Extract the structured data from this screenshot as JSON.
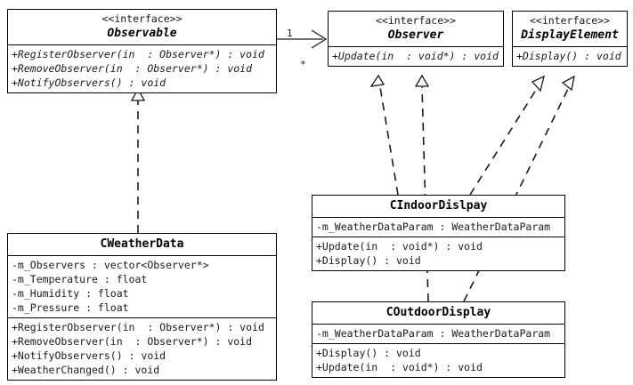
{
  "diagram": {
    "title": "Observer pattern weather station class diagram",
    "type": "uml-class-diagram",
    "stereotype_label": "<<interface>>",
    "line_color": "#1a1a1a",
    "background": "#ffffff"
  },
  "nodes": {
    "observable": {
      "stereotype": "<<interface>>",
      "name": "Observable",
      "abstract": true,
      "attributes": [],
      "operations": [
        "+RegisterObserver(in  : Observer*) : void",
        "+RemoveObserver(in  : Observer*) : void",
        "+NotifyObservers() : void"
      ]
    },
    "observer": {
      "stereotype": "<<interface>>",
      "name": "Observer",
      "abstract": true,
      "attributes": [],
      "operations": [
        "+Update(in  : void*) : void"
      ]
    },
    "displayelement": {
      "stereotype": "<<interface>>",
      "name": "DisplayElement",
      "abstract": true,
      "attributes": [],
      "operations": [
        "+Display() : void"
      ]
    },
    "weatherdata": {
      "stereotype": "",
      "name": "CWeatherData",
      "abstract": false,
      "attributes": [
        "-m_Observers : vector<Observer*>",
        "-m_Temperature : float",
        "-m_Humidity : float",
        "-m_Pressure : float"
      ],
      "operations": [
        "+RegisterObserver(in  : Observer*) : void",
        "+RemoveObserver(in  : Observer*) : void",
        "+NotifyObservers() : void",
        "+WeatherChanged() : void"
      ]
    },
    "indoordisplay": {
      "stereotype": "",
      "name": "CIndoorDislpay",
      "abstract": false,
      "attributes": [
        "-m_WeatherDataParam : WeatherDataParam"
      ],
      "operations": [
        "+Update(in  : void*) : void",
        "+Display() : void"
      ]
    },
    "outdoordisplay": {
      "stereotype": "",
      "name": "COutdoorDisplay",
      "abstract": false,
      "attributes": [
        "-m_WeatherDataParam : WeatherDataParam"
      ],
      "operations": [
        "+Display() : void",
        "+Update(in  : void*) : void"
      ]
    }
  },
  "relationships": [
    {
      "id": "assoc-observable-observer",
      "kind": "association",
      "from": "observable",
      "to": "observer",
      "source_multiplicity": "1",
      "target_multiplicity": "*"
    },
    {
      "id": "real-weatherdata-observable",
      "kind": "realization",
      "from": "weatherdata",
      "to": "observable"
    },
    {
      "id": "real-indoor-observer",
      "kind": "realization",
      "from": "indoordisplay",
      "to": "observer"
    },
    {
      "id": "real-outdoor-observer",
      "kind": "realization",
      "from": "outdoordisplay",
      "to": "observer"
    },
    {
      "id": "real-indoor-displayelement",
      "kind": "realization",
      "from": "indoordisplay",
      "to": "displayelement"
    },
    {
      "id": "real-outdoor-displayelement",
      "kind": "realization",
      "from": "outdoordisplay",
      "to": "displayelement"
    }
  ]
}
